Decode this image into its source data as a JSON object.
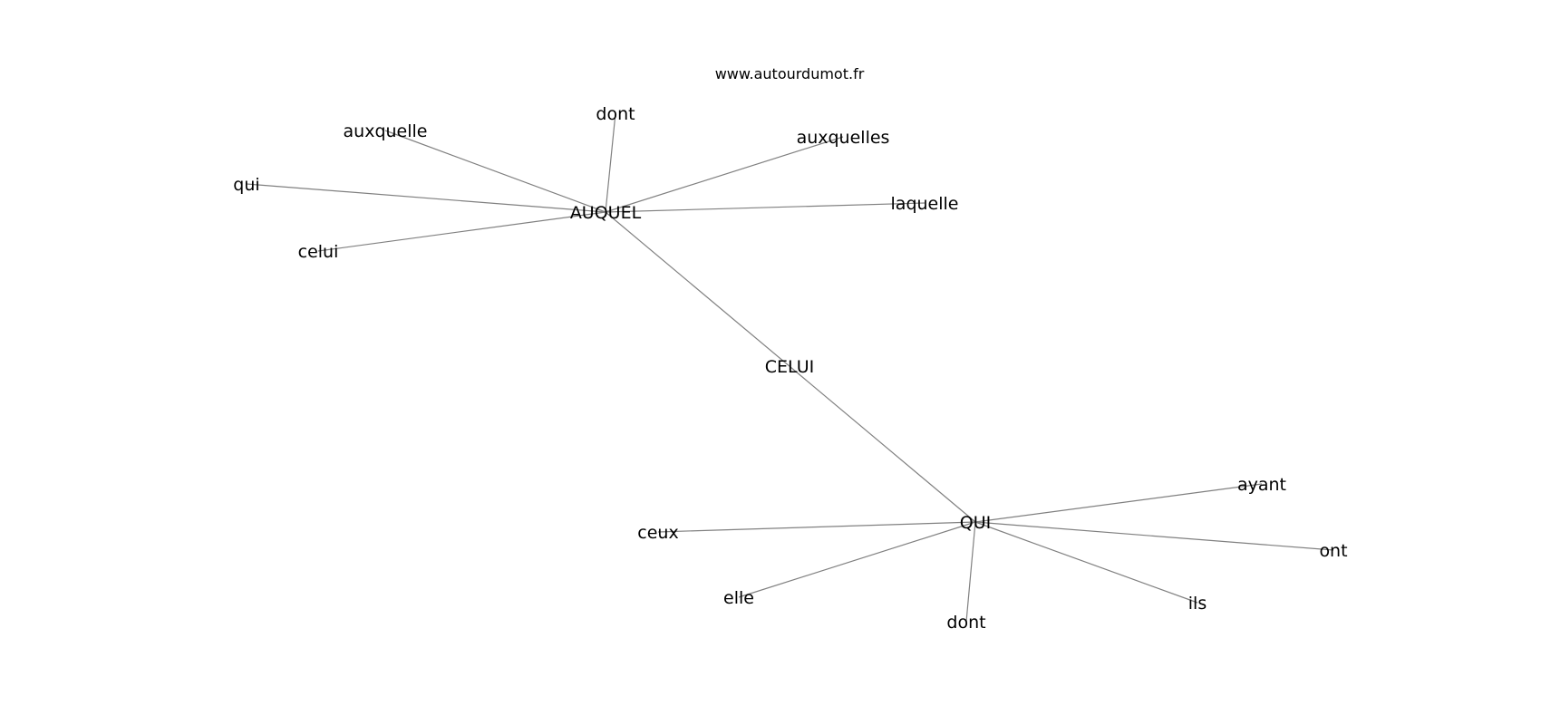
{
  "watermark": "www.autourdumot.fr",
  "graph": {
    "nodes": [
      {
        "id": "celui_center",
        "label": "CELUI"
      },
      {
        "id": "auquel",
        "label": "AUQUEL"
      },
      {
        "id": "qui_hub",
        "label": "QUI"
      },
      {
        "id": "auxquelle",
        "label": "auxquelle"
      },
      {
        "id": "dont_top",
        "label": "dont"
      },
      {
        "id": "auxquelles",
        "label": "auxquelles"
      },
      {
        "id": "qui_leaf",
        "label": "qui"
      },
      {
        "id": "laquelle",
        "label": "laquelle"
      },
      {
        "id": "celui_leaf",
        "label": "celui"
      },
      {
        "id": "ayant",
        "label": "ayant"
      },
      {
        "id": "ceux",
        "label": "ceux"
      },
      {
        "id": "ont",
        "label": "ont"
      },
      {
        "id": "elle",
        "label": "elle"
      },
      {
        "id": "ils",
        "label": "ils"
      },
      {
        "id": "dont_bottom",
        "label": "dont"
      }
    ],
    "edges": [
      [
        "auquel",
        "qui_hub"
      ],
      [
        "auquel",
        "auxquelle"
      ],
      [
        "auquel",
        "dont_top"
      ],
      [
        "auquel",
        "auxquelles"
      ],
      [
        "auquel",
        "qui_leaf"
      ],
      [
        "auquel",
        "laquelle"
      ],
      [
        "auquel",
        "celui_leaf"
      ],
      [
        "qui_hub",
        "ayant"
      ],
      [
        "qui_hub",
        "ceux"
      ],
      [
        "qui_hub",
        "ont"
      ],
      [
        "qui_hub",
        "elle"
      ],
      [
        "qui_hub",
        "ils"
      ],
      [
        "qui_hub",
        "dont_bottom"
      ]
    ]
  }
}
